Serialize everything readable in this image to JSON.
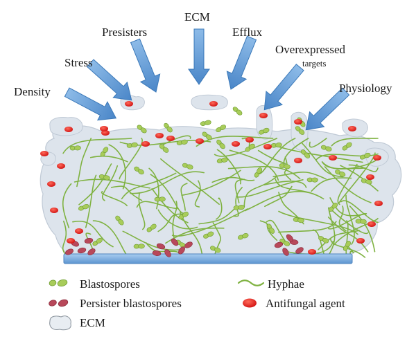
{
  "factors": {
    "density": "Density",
    "stress": "Stress",
    "presisters": "Presisters",
    "ecm": "ECM",
    "efflux": "Efflux",
    "overexpressed_line1": "Overexpressed",
    "overexpressed_line2": "targets",
    "physiology": "Physiology"
  },
  "legend": {
    "blastospores": "Blastospores",
    "persister_blastospores": "Persister blastospores",
    "ecm": "ECM",
    "hyphae": "Hyphae",
    "antifungal_agent": "Antifungal agent"
  },
  "colors": {
    "arrow_fill": "#5b9bd5",
    "arrow_stroke": "#3a78b8",
    "ecm_fill": "#dde4ec",
    "ecm_stroke": "#b9c4d1",
    "hyphae": "#7fb241",
    "blastospore": "#a8cc5a",
    "persister": "#b8485a",
    "antifungal": "#e02020",
    "substrate": "#7fb0e0"
  }
}
